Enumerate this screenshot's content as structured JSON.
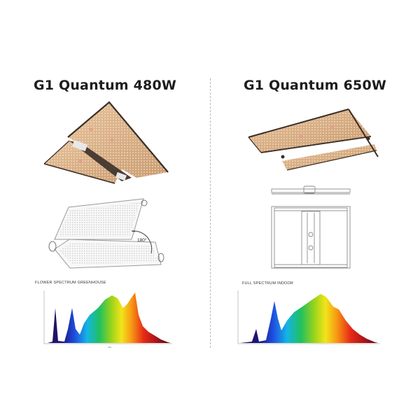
{
  "products": [
    {
      "title": "G1 Quantum 480W",
      "fold_angle_label": "180°",
      "spectrum_label": "FLOWER SPECTRUM GREENHOUSE"
    },
    {
      "title": "G1 Quantum 650W",
      "spectrum_label": "FULL SPECTRUM INDOOR"
    }
  ],
  "colors": {
    "panel_gold": "#d9ad82",
    "frame_dark": "#3a2e26",
    "divider": "#b8b8b8",
    "title_text": "#1d1d1d"
  }
}
